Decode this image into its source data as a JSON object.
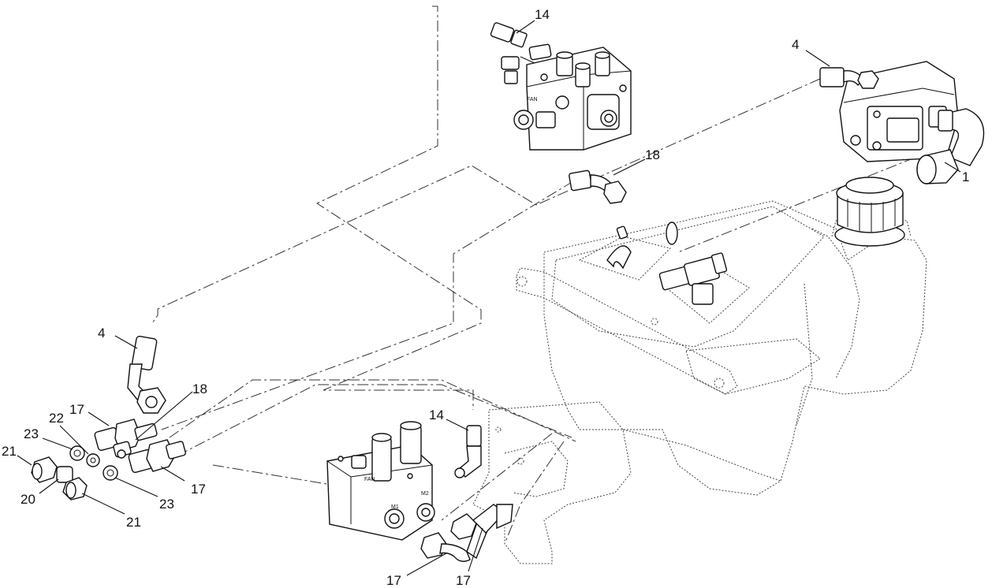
{
  "callouts": {
    "c14_top": "14",
    "c4_right": "4",
    "c18_top": "18",
    "c1": "1",
    "c4_left": "4",
    "c18_left": "18",
    "c17_left_upper": "17",
    "c22": "22",
    "c23_left": "23",
    "c21_upper": "21",
    "c20": "20",
    "c21_lower": "21",
    "c23_right": "23",
    "c17_right": "17",
    "c14_mid": "14",
    "c17_bottom_left": "17",
    "c17_bottom_right": "17"
  },
  "port_marks": {
    "m1": "M1",
    "m2": "M2",
    "fan_top": "FAN",
    "fan_bottom": "FAN"
  },
  "colors": {
    "line": "#111111",
    "background": "#ffffff"
  }
}
